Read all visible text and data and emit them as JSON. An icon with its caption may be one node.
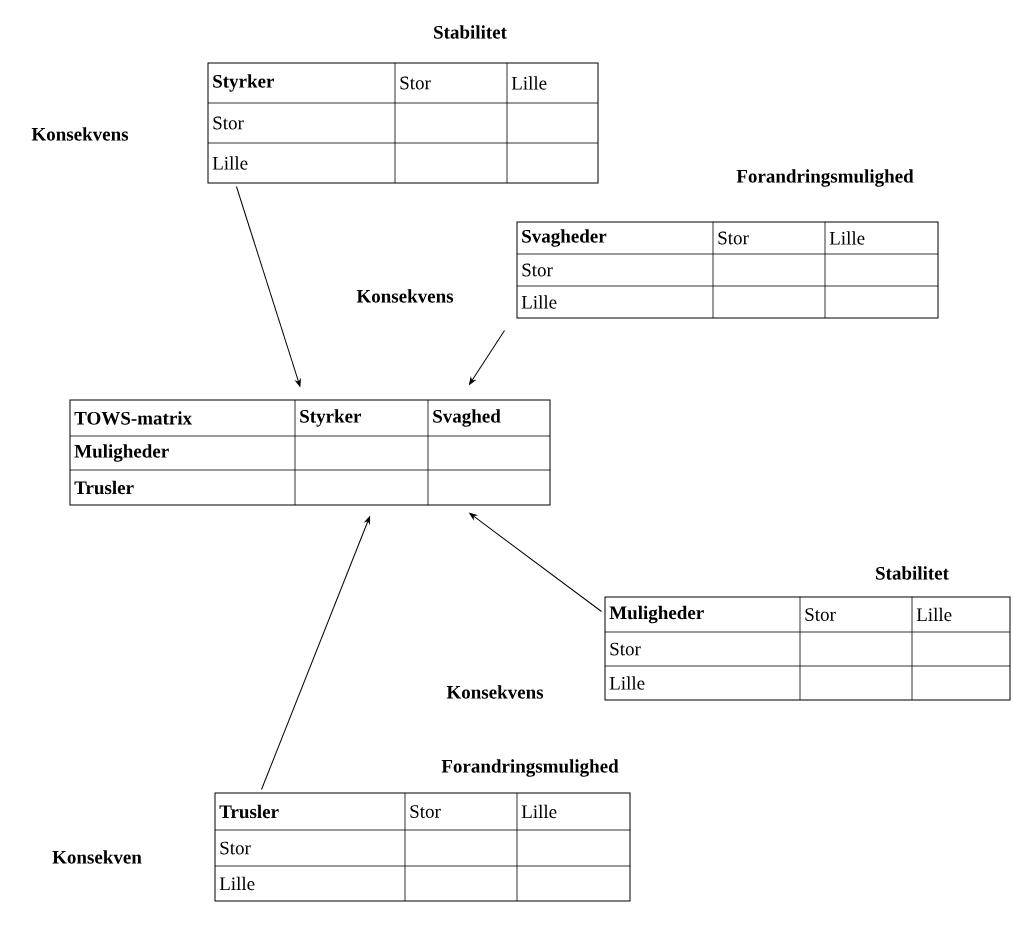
{
  "diagram": {
    "nodes": [
      {
        "text": [
          "Styrker",
          "Stor",
          "Lille",
          "Stor",
          "Lille"
        ],
        "beside": [
          "Stabilitet"
        ]
      },
      {
        "text": [
          "Svagheder",
          "Stor",
          "Lille",
          "Stor",
          "Lille"
        ],
        "beside": [
          "Forandringsmulighed"
        ]
      },
      {
        "text": [
          "TOWS-matrix",
          "Styrker",
          "Svaghed",
          "Muligheder",
          "Trusler"
        ]
      },
      {
        "text": [
          "Muligheder",
          "Stor",
          "Lille",
          "Stor",
          "Lille"
        ],
        "beside": [
          "Stabilitet"
        ]
      },
      {
        "text": [
          "Trusler",
          "Stor",
          "Lille",
          "Stor",
          "Lille"
        ],
        "beside": [
          "Forandringsmulighed"
        ]
      }
    ],
    "edges": [
      {
        "from": 0,
        "to": 2,
        "arrow": "to"
      },
      {
        "from": 1,
        "to": 2,
        "arrow": "to"
      },
      {
        "from": 3,
        "to": 2,
        "arrow": "to"
      },
      {
        "from": 4,
        "to": 2,
        "arrow": "to"
      }
    ],
    "labels": [
      "Konsekvens",
      "Konsekvens",
      "Konsekvens",
      "Konsekven"
    ]
  }
}
